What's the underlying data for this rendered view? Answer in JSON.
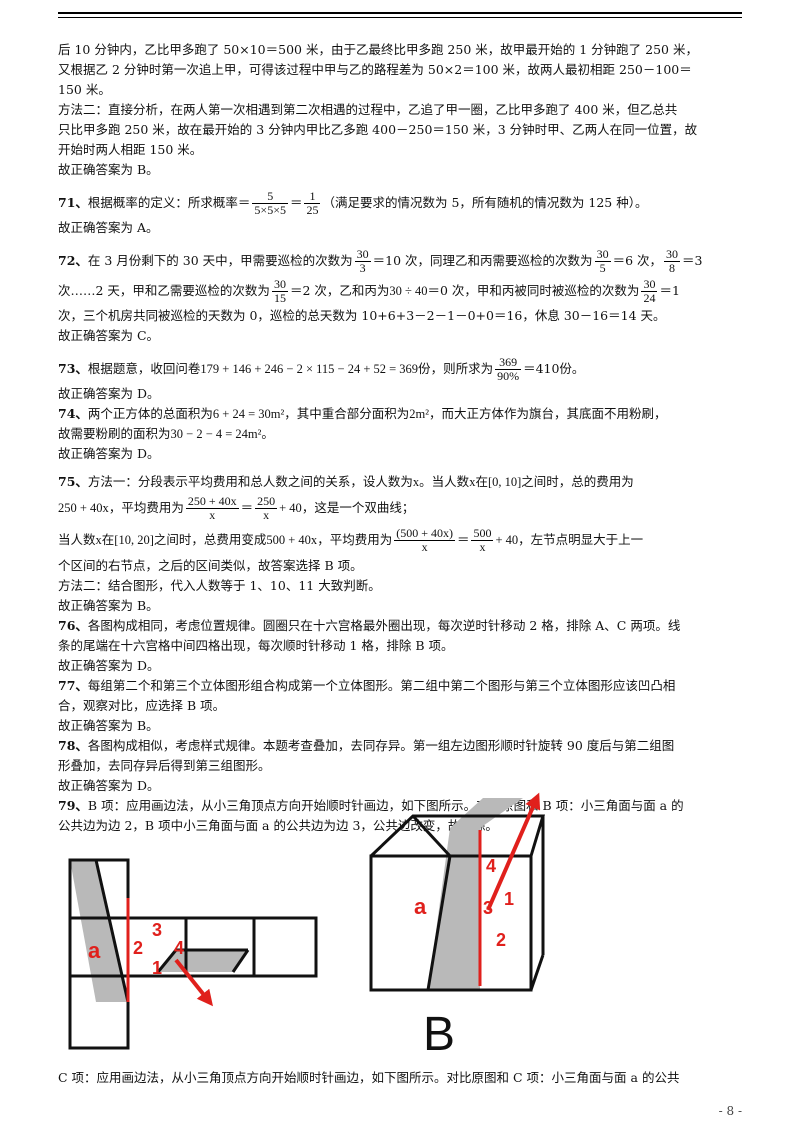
{
  "p70": {
    "line1": "后 10 分钟内，乙比甲多跑了 50×10＝500 米，由于乙最终比甲多跑 250 米，故甲最开始的 1 分钟跑了 250 米，",
    "line2": "又根据乙 2 分钟时第一次追上甲，可得该过程中甲与乙的路程差为 50×2＝100 米，故两人最初相距 250－100＝",
    "line3": "150 米。",
    "m2_line1": "方法二：直接分析，在两人第一次相遇到第二次相遇的过程中，乙追了甲一圈，乙比甲多跑了 400 米，但乙总共",
    "m2_line2": "只比甲多跑 250 米，故在最开始的 3 分钟内甲比乙多跑 400－250＝150 米，3 分钟时甲、乙两人在同一位置，故",
    "m2_line3": "开始时两人相距 150 米。",
    "answer": "故正确答案为 B。"
  },
  "p71": {
    "num": "71、",
    "text_a": "根据概率的定义：所求概率＝",
    "frac1_n": "5",
    "frac1_d": "5×5×5",
    "eq": "＝",
    "frac2_n": "1",
    "frac2_d": "25",
    "text_b": "（满足要求的情况数为 5，所有随机的情况数为 125 种）。",
    "answer": "故正确答案为 A。"
  },
  "p72": {
    "num": "72、",
    "a": "在 3 月份剩下的 30 天中，甲需要巡检的次数为",
    "f1n": "30",
    "f1d": "3",
    "a2": "＝10 次，同理乙和丙需要巡检的次数为",
    "f2n": "30",
    "f2d": "5",
    "a3": "＝6 次，",
    "f3n": "30",
    "f3d": "8",
    "a4": "＝3",
    "b1": "次……2 天，甲和乙需要巡检的次数为",
    "f4n": "30",
    "f4d": "15",
    "b2": "＝2 次，乙和丙为",
    "b3": "30 ÷ 40",
    "b4": "＝0 次，甲和丙被同时被巡检的次数为",
    "f5n": "30",
    "f5d": "24",
    "b5": "＝1",
    "c": "次，三个机房共同被巡检的天数为 0，巡检的总天数为 10+6+3－2－1－0+0＝16，休息 30－16＝14 天。",
    "answer": "故正确答案为 C。"
  },
  "p73": {
    "num": "73、",
    "a": "根据题意，收回问卷",
    "expr": "179 + 146 + 246 − 2 × 115 − 24 + 52 = 369份",
    "b": "，则所求为",
    "fn": "369",
    "fd": "90%",
    "c": "＝410份。",
    "answer": "故正确答案为 D。"
  },
  "p74": {
    "num": "74、",
    "a": "两个正方体的总面积为",
    "expr1": "6 + 24 = 30m²",
    "b": "，其中重合部分面积为",
    "expr2": "2m²",
    "c": "，而大正方体作为旗台，其底面不用粉刷，",
    "d": "故需要粉刷的面积为",
    "expr3": "30 − 2 − 4 = 24m²",
    "e": "。",
    "answer": "故正确答案为 D。"
  },
  "p75": {
    "num": "75、",
    "a": "方法一：分段表示平均费用和总人数之间的关系，设人数为",
    "x": "x",
    "b": "。当人数",
    "c": "在",
    "interval1": "[0, 10]",
    "d": "之间时，总的费用为",
    "expr1": "250 + 40x",
    "e": "，平均费用为",
    "f1n": "250 + 40x",
    "f1d": "x",
    "eq": "＝",
    "f2n": "250",
    "f2d": "x",
    "plus40": "+ 40",
    "g": "，这是一个双曲线；",
    "h": "当人数",
    "i": "在",
    "interval2": "[10, 20]",
    "j": "之间时，总费用变成",
    "expr2": "500 + 40x",
    "k": "，平均费用为",
    "f3n": "(500 + 40x)",
    "f3d": "x",
    "f4n": "500",
    "f4d": "x",
    "l": "，左节点明显大于上一",
    "m": "个区间的右节点，之后的区间类似，故答案选择 B 项。",
    "method2": "方法二：结合图形，代入人数等于 1、10、11 大致判断。",
    "answer": "故正确答案为 B。"
  },
  "p76": {
    "num": "76、",
    "a": "各图构成相同，考虑位置规律。圆圈只在十六宫格最外圈出现，每次逆时针移动 2 格，排除 A、C 两项。线",
    "b": "条的尾端在十六宫格中间四格出现，每次顺时针移动 1 格，排除 B 项。",
    "answer": "故正确答案为 D。"
  },
  "p77": {
    "num": "77、",
    "a": "每组第二个和第三个立体图形组合构成第一个立体图形。第二组中第二个图形与第三个立体图形应该凹凸相",
    "b": "合，观察对比，应选择 B 项。",
    "answer": "故正确答案为 B。"
  },
  "p78": {
    "num": "78、",
    "a": "各图构成相似，考虑样式规律。本题考查叠加，去同存异。第一组左边图形顺时针旋转 90 度后与第二组图",
    "b": "形叠加，去同存异后得到第三组图形。",
    "answer": "故正确答案为 D。"
  },
  "p79": {
    "num": "79、",
    "a": "B 项：应用画边法，从小三角顶点方向开始顺时针画边，如下图所示。对比原图和 B 项：小三角面与面 a 的",
    "b": "公共边为边 2，B 项中小三角面与面 a 的公共边为边 3，公共边改变，故排除。"
  },
  "figure": {
    "left_labels": {
      "a": "a",
      "n1": "1",
      "n2": "2",
      "n3": "3",
      "n4": "4"
    },
    "right_labels": {
      "a": "a",
      "n1": "1",
      "n2": "2",
      "n3": "3",
      "n4": "4",
      "option": "B"
    },
    "colors": {
      "red": "#e0201c",
      "shade": "#b9b9b9"
    }
  },
  "footer": {
    "text": "C 项：应用画边法，从小三角顶点方向开始顺时针画边，如下图所示。对比原图和 C 项：小三角面与面 a 的公共",
    "page": "- 8 -"
  }
}
